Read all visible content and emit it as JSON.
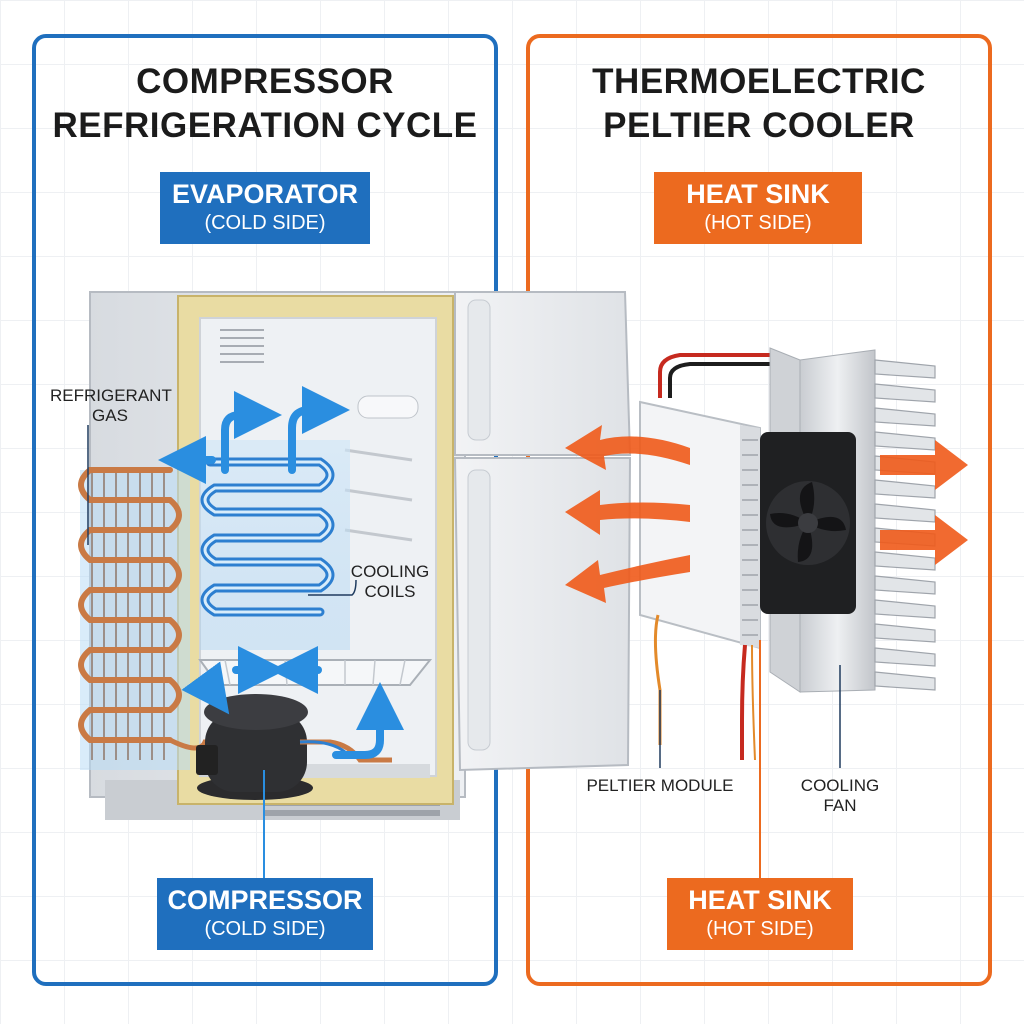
{
  "left_panel": {
    "title_line1": "COMPRESSOR",
    "title_line2": "REFRIGERATION CYCLE",
    "top_badge": {
      "main": "EVAPORATOR",
      "sub": "(COLD SIDE)"
    },
    "bottom_badge": {
      "main": "COMPRESSOR",
      "sub": "(COLD SIDE)"
    },
    "labels": {
      "refrigerant_line1": "REFRIGERANT",
      "refrigerant_line2": "GAS",
      "cooling_coils_line1": "COOLING",
      "cooling_coils_line2": "COILS"
    }
  },
  "right_panel": {
    "title_line1": "THERMOELECTRIC",
    "title_line2": "PELTIER COOLER",
    "top_badge": {
      "main": "HEAT SINK",
      "sub": "(HOT SIDE)"
    },
    "bottom_badge": {
      "main": "HEAT SINK",
      "sub": "(HOT SIDE)"
    },
    "labels": {
      "peltier_module": "PELTIER MODULE",
      "cooling_fan_line1": "COOLING",
      "cooling_fan_line2": "FAN"
    }
  },
  "colors": {
    "cold_accent": "#1f6fbe",
    "hot_accent": "#ec6a1f",
    "airflow_cold": "#2a8ee0",
    "heat_flow": "#f05a1a",
    "copper": "#c97a45",
    "insulation": "#e9dca3"
  },
  "icons": [
    "refrigerator-icon",
    "compressor-icon",
    "condenser-coil-icon",
    "evaporator-coil-icon",
    "peltier-module-icon",
    "heat-sink-icon",
    "fan-icon",
    "airflow-arrow-icon",
    "heat-arrow-icon"
  ]
}
